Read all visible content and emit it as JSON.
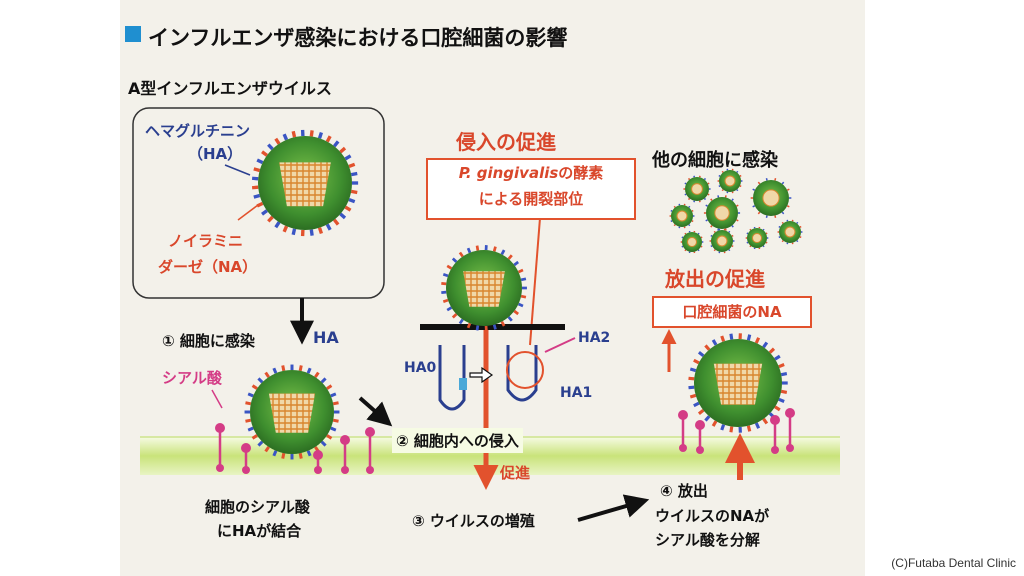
{
  "title": "インフルエンザ感染における口腔細菌の影響",
  "virus_type": "A型インフルエンザウイルス",
  "labels": {
    "hemagglutinin": "ヘマグルチニン",
    "ha_paren": "（HA）",
    "neuraminidase_1": "ノイラミニ",
    "neuraminidase_2": "ダーゼ（NA）",
    "step1": "① 細胞に感染",
    "ha": "HA",
    "sialic_acid": "シアル酸",
    "binding_1": "細胞のシアル酸",
    "binding_2": "にHAが結合",
    "step2": "② 細胞内への侵入",
    "invasion_promotion": "侵入の促進",
    "enzyme_1_italic": "P. gingivalis",
    "enzyme_1_rest": "の酵素",
    "enzyme_2": "による開裂部位",
    "ha0": "HA0",
    "ha1": "HA1",
    "ha2": "HA2",
    "promotion": "促進",
    "step3": "③ ウイルスの増殖",
    "infect_other": "他の細胞に感染",
    "release_promotion": "放出の促進",
    "oral_bacteria_na": "口腔細菌のNA",
    "step4": "④ 放出",
    "na_cleave_1": "ウイルスのNAが",
    "na_cleave_2": "シアル酸を分解"
  },
  "credit": "(C)Futaba Dental Clinic",
  "colors": {
    "accent_orange": "#e2522d",
    "virus_green": "#3f8f2f",
    "membrane_green": "#c9e37a",
    "sialic_pink": "#d43c86",
    "ha_blue": "#2a3f8f",
    "title_square": "#1f8fd0"
  }
}
